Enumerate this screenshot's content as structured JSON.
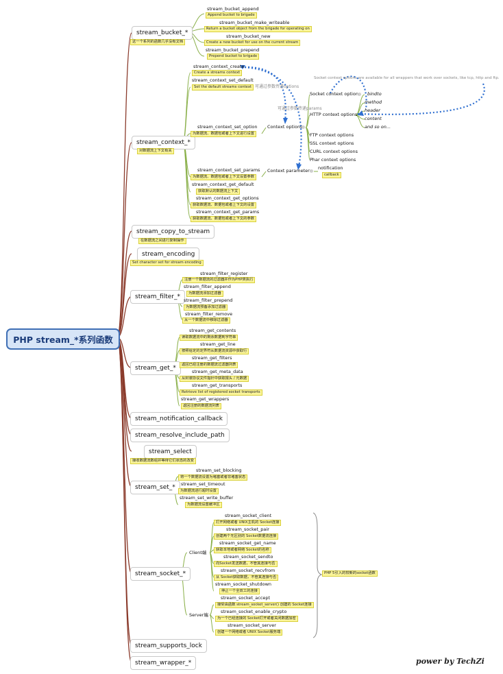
{
  "root": "PHP stream_*系列函数",
  "signature": "power by TechZi",
  "groups": {
    "bucket": {
      "label": "stream_bucket_*",
      "note": "这一个系列的函数几乎没有文档",
      "items": [
        {
          "name": "stream_bucket_append",
          "desc": "Append bucket to brigade"
        },
        {
          "name": "stream_bucket_make_writeable",
          "desc": "Return a bucket object from the brigade for operating on"
        },
        {
          "name": "stream_bucket_new",
          "desc": "Create a new bucket for use on the current stream"
        },
        {
          "name": "stream_bucket_prepend",
          "desc": "Prepend bucket to brigade"
        }
      ]
    },
    "context": {
      "label": "stream_context_*",
      "note": "对数据流上下文有关",
      "items": [
        {
          "name": "stream_context_create",
          "desc": "Create a streams context"
        },
        {
          "name": "stream_context_set_default",
          "desc": "Set the default streams context"
        },
        {
          "name": "stream_context_set_option",
          "desc": "为数据流、数据包或者上下文进行设置"
        },
        {
          "name": "stream_context_set_params",
          "desc": "为数据流、数据包或者上下文设置参数"
        },
        {
          "name": "stream_context_get_default",
          "desc": "获取默认的数据流上下文"
        },
        {
          "name": "stream_context_get_options",
          "desc": "获取数据流、数据包或者上下文的设置"
        },
        {
          "name": "stream_context_get_params",
          "desc": "获取数据流、数据包或者上下文的参数"
        }
      ],
      "options_node": "Context options",
      "params_node": "Context parameters",
      "option_types": [
        "Socket context options",
        "HTTP context options",
        "FTP context options",
        "SSL context options",
        "CURL context options",
        "Phar context options"
      ],
      "http_items": [
        "bindto",
        "method",
        "header",
        "content",
        "and so on..."
      ],
      "socket_note": "Socket context options are available for all wrappers that work over sockets, like tcp, http and ftp.",
      "hint_options": "可通过参数传递options",
      "hint_params": "可通过参数传递params",
      "notification": "notification",
      "callback": "callback"
    },
    "copy": {
      "label": "stream_copy_to_stream",
      "note": "在数据流之间进行复制操作"
    },
    "encoding": {
      "label": "stream_encoding",
      "note": "Set character set for stream encoding"
    },
    "filter": {
      "label": "stream_filter_*",
      "items": [
        {
          "name": "stream_filter_register",
          "desc": "注册一个数据流的过滤器并作为PHP类执行"
        },
        {
          "name": "stream_filter_append",
          "desc": "为数据流添加过滤器"
        },
        {
          "name": "stream_filter_prepend",
          "desc": "为数据流预备添加过滤器"
        },
        {
          "name": "stream_filter_remove",
          "desc": "从一个数据流中移除过滤器"
        }
      ]
    },
    "get": {
      "label": "stream_get_*",
      "items": [
        {
          "name": "stream_get_contents",
          "desc": "读取数据流中的剩余数据到字符串"
        },
        {
          "name": "stream_get_line",
          "desc": "按照给定的定界符从数据流资源中获取行"
        },
        {
          "name": "stream_get_filters",
          "desc": "返回已经注册的数据流过滤器列表"
        },
        {
          "name": "stream_get_meta_data",
          "desc": "从封装协议文件指针中获取报头 / 元数据"
        },
        {
          "name": "stream_get_transports",
          "desc": "Retrieve list of registered socket transports"
        },
        {
          "name": "stream_get_wrappers",
          "desc": "返回注册的数据流列表"
        }
      ]
    },
    "notification": {
      "label": "stream_notification_callback"
    },
    "resolve": {
      "label": "stream_resolve_include_path"
    },
    "select": {
      "label": "stream_select",
      "note": "接收数据流数组并等待它们状态的改变"
    },
    "set": {
      "label": "stream_set_*",
      "items": [
        {
          "name": "stream_set_blocking",
          "desc": "将一个数据流设置为堵塞或者非堵塞状态"
        },
        {
          "name": "stream_set_timeout",
          "desc": "为数据流进行超时设置"
        },
        {
          "name": "stream_set_write_buffer",
          "desc": "为数据流设置缓冲区"
        }
      ]
    },
    "socket": {
      "label": "stream_socket_*",
      "client": "Client端",
      "server": "Server端",
      "summary": "PHP 5引入的较新的socket函数",
      "client_items": [
        {
          "name": "stream_socket_client",
          "desc": "打开网络或者 UNIX主机的 Socket连接"
        },
        {
          "name": "stream_socket_pair",
          "desc": "创建两个无区别的 Socket数据流连接"
        },
        {
          "name": "stream_socket_get_name",
          "desc": "获取本地或者网络 Socket的名称"
        },
        {
          "name": "stream_socket_sendto",
          "desc": "向Socket发送数据，不管其连接与否"
        },
        {
          "name": "stream_socket_recvfrom",
          "desc": "从 Socket获取数据，不管其连接与否"
        },
        {
          "name": "stream_socket_shutdown",
          "desc": "停止一个全双工的连接"
        }
      ],
      "server_items": [
        {
          "name": "stream_socket_accept",
          "desc": "接受由函数 stream_socket_server() 创建的 Socket连接"
        },
        {
          "name": "stream_socket_enable_crypto",
          "desc": "为一个已经连接的 Socket打开或者关闭数据加密"
        },
        {
          "name": "stream_socket_server",
          "desc": "创建一个网络或者 UNIX Socket服务端"
        }
      ]
    },
    "supports_lock": {
      "label": "stream_supports_lock"
    },
    "wrapper": {
      "label": "stream_wrapper_*"
    }
  },
  "colors": {
    "root_fill": "#d7e5f7",
    "root_border": "#3f6fb5",
    "note_fill": "#fbf59a",
    "branch": "#8a3a2b",
    "leaf": "#8ab04a",
    "dotted_arrow": "#2f6fd0"
  }
}
